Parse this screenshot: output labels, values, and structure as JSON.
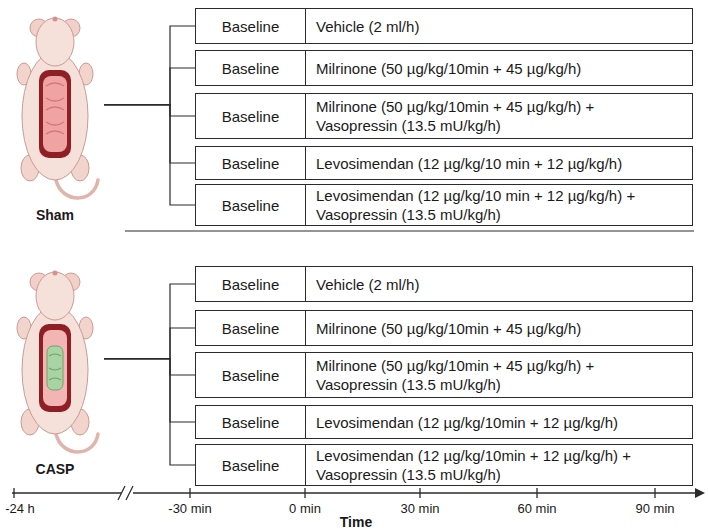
{
  "diagram": {
    "nodes": [
      {
        "text": [
          "Sham"
        ]
      },
      {
        "text": [
          "Baseline"
        ]
      },
      {
        "text": [
          "Vehicle (2 ml/h)"
        ]
      },
      {
        "text": [
          "Baseline"
        ]
      },
      {
        "text": [
          "Milrinone (50 µg/kg/10min + 45 µg/kg/h)"
        ]
      },
      {
        "text": [
          "Baseline"
        ]
      },
      {
        "text": [
          "Milrinone (50 µg/kg/10min + 45 µg/kg/h) + Vasopressin (13.5 mU/kg/h)"
        ]
      },
      {
        "text": [
          "Baseline"
        ]
      },
      {
        "text": [
          "Levosimendan (12 µg/kg/10 min + 12 µg/kg/h)"
        ]
      },
      {
        "text": [
          "Baseline"
        ]
      },
      {
        "text": [
          "Levosimendan (12 µg/kg/10 min + 12 µg/kg/h) + Vasopressin (13.5 mU/kg/h)"
        ]
      },
      {
        "text": [
          "CASP"
        ]
      },
      {
        "text": [
          "Baseline"
        ]
      },
      {
        "text": [
          "Vehicle (2 ml/h)"
        ]
      },
      {
        "text": [
          "Baseline"
        ]
      },
      {
        "text": [
          "Milrinone (50 µg/kg/10min + 45 µg/kg/h)"
        ]
      },
      {
        "text": [
          "Baseline"
        ]
      },
      {
        "text": [
          "Milrinone (50 µg/kg/10min + 45 µg/kg/h) + Vasopressin (13.5 mU/kg/h)"
        ]
      },
      {
        "text": [
          "Baseline"
        ]
      },
      {
        "text": [
          "Levosimendan (12 µg/kg/10min + 12 µg/kg/h)"
        ]
      },
      {
        "text": [
          "Baseline"
        ]
      },
      {
        "text": [
          "Levosimendan (12 µg/kg/10min + 12 µg/kg/h) + Vasopressin (13.5 mU/kg/h)"
        ]
      }
    ],
    "edges": [
      {
        "from": 0,
        "to": 1,
        "arrow": "none"
      },
      {
        "from": 0,
        "to": 3,
        "arrow": "none"
      },
      {
        "from": 0,
        "to": 5,
        "arrow": "none"
      },
      {
        "from": 0,
        "to": 7,
        "arrow": "none"
      },
      {
        "from": 0,
        "to": 9,
        "arrow": "none"
      },
      {
        "from": 11,
        "to": 12,
        "arrow": "none"
      },
      {
        "from": 11,
        "to": 14,
        "arrow": "none"
      },
      {
        "from": 11,
        "to": 16,
        "arrow": "none"
      },
      {
        "from": 11,
        "to": 18,
        "arrow": "none"
      },
      {
        "from": 11,
        "to": 20,
        "arrow": "none"
      }
    ],
    "labels": [
      "-24 h",
      "-30 min",
      "0 min",
      "30 min",
      "60 min",
      "90 min",
      "Time"
    ]
  }
}
